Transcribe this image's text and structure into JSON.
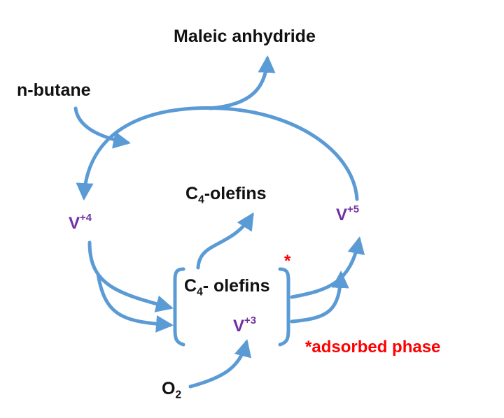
{
  "labels": {
    "maleic": "Maleic anhydride",
    "butane": "n-butane",
    "olefins_top_main": "C",
    "olefins_top_sub": "4",
    "olefins_top_rest": "-olefins",
    "olefins_in_main": "C",
    "olefins_in_sub": "4",
    "olefins_in_rest": "- olefins",
    "v4_main": "V",
    "v4_sup": "+4",
    "v5_main": "V",
    "v5_sup": "+5",
    "v3_main": "V",
    "v3_sup": "+3",
    "o2_main": "O",
    "o2_sub": "2",
    "asterisk": "*",
    "adsorbed": "*adsorbed phase"
  },
  "colors": {
    "arrow": "#5b9bd5",
    "text": "#111111",
    "vanadium": "#7030a0",
    "note": "#ff0000"
  }
}
